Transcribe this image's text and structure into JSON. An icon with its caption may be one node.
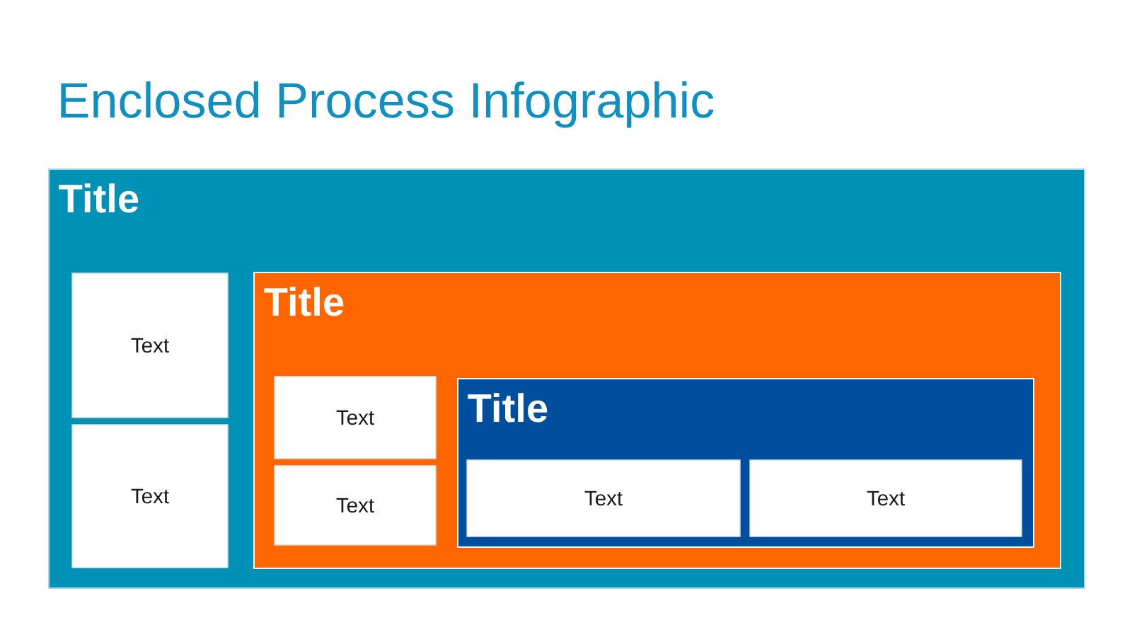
{
  "diagram": {
    "title": "Enclosed Process Infographic",
    "nodes": [
      {
        "text": [
          "Title"
        ]
      },
      {
        "text": [
          "Text"
        ],
        "in": 0
      },
      {
        "text": [
          "Text"
        ],
        "in": 0
      },
      {
        "text": [
          "Title"
        ],
        "in": 0
      },
      {
        "text": [
          "Text"
        ],
        "in": 3
      },
      {
        "text": [
          "Text"
        ],
        "in": 3
      },
      {
        "text": [
          "Title"
        ],
        "in": 3
      },
      {
        "text": [
          "Text"
        ],
        "in": 6
      },
      {
        "text": [
          "Text"
        ],
        "in": 6
      }
    ]
  }
}
